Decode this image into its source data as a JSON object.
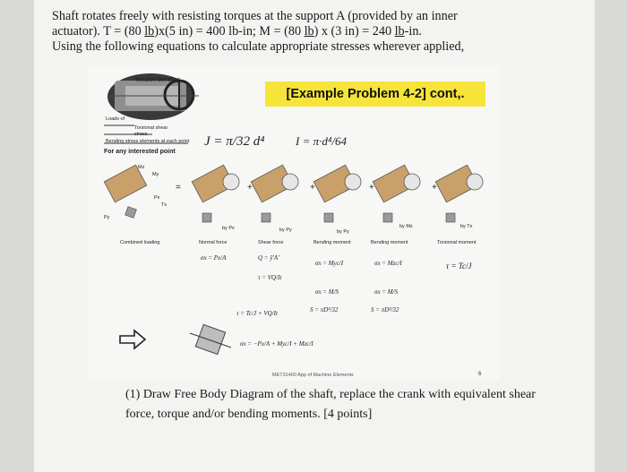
{
  "intro": {
    "line1": "Shaft rotates freely with resisting torques at the support A (provided by an inner",
    "line2_pre": "actuator). T = (80 ",
    "lb1": "lb",
    "line2_mid": ")x(5 in) = 400 lb-in; M = (80 ",
    "lb2": "lb",
    "line2_mid2": ") x (3 in) = 240 ",
    "lbin": "lb",
    "line2_end": "-in.",
    "line3": "Using the following equations to calculate appropriate stresses wherever applied,"
  },
  "slide": {
    "title": "[Example Problem 4-2] cont,.",
    "shaft_label": "Tension bending",
    "for_any": "For any interested point",
    "legend_line1": "Loads of",
    "legend_line2": "Torsional shear",
    "legend_line3": "stress",
    "legend_line4": "Bending stress elements at each point",
    "J_eq": "J = π/32 d⁴",
    "I_eq": "I = π·d⁴/64",
    "Mz": "Mz",
    "My": "My",
    "Px": "Px",
    "Tx": "Tx",
    "Py": "Py",
    "combined": "Combined loading",
    "cols": [
      {
        "by": "by Px",
        "kind": "Normal force",
        "eq": "σx = Px/A"
      },
      {
        "by": "by Py",
        "kind": "Shear force",
        "eq": "Q = ȳ'A'",
        "eq2": "τ = VQ/It"
      },
      {
        "by": "by Py",
        "kind": "Bending moment",
        "eq": "σx = Myc/I",
        "eq2": "σx = M/S",
        "eq3": "S = πD³/32"
      },
      {
        "by": "by Mz",
        "kind": "Bending moment",
        "eq": "σx = Mzc/I",
        "eq2": "σx = M/S",
        "eq3": "S = πD³/32"
      },
      {
        "by": "by Tx",
        "kind": "Torsional moment",
        "eq": "τ = Tc/J"
      }
    ],
    "sum_tau": "τ = Tc/J + VQ/It",
    "sum_sigma": "σx = −Px/A + Myc/I + Mzc/I",
    "footer": "MET31400 App of Machine Elements",
    "slidenum": "6"
  },
  "question": {
    "line1": "(1) Draw Free Body Diagram of the shaft, replace the crank with equivalent shear",
    "line2": "force, torque and/or bending moments. [4 points]"
  },
  "colors": {
    "highlight": "#f6e43b",
    "page": "#f3f3f1",
    "shaft": "#c9a06a"
  }
}
